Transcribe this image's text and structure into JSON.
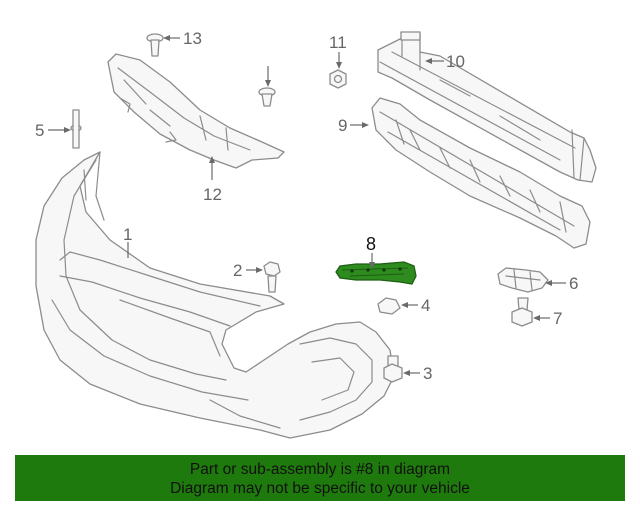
{
  "diagram": {
    "callouts": {
      "c1": "1",
      "c2": "2",
      "c3": "3",
      "c4": "4",
      "c5": "5",
      "c6": "6",
      "c7": "7",
      "c8": "8",
      "c9": "9",
      "c10": "10",
      "c11": "11",
      "c12": "12",
      "c13": "13"
    },
    "highlight_part": "8",
    "highlight_color": "#2e8b1e"
  },
  "footer": {
    "line1": "Part or sub-assembly is #8 in diagram",
    "line2": "Diagram may not be specific to your vehicle",
    "background": "#1f7a0d"
  }
}
